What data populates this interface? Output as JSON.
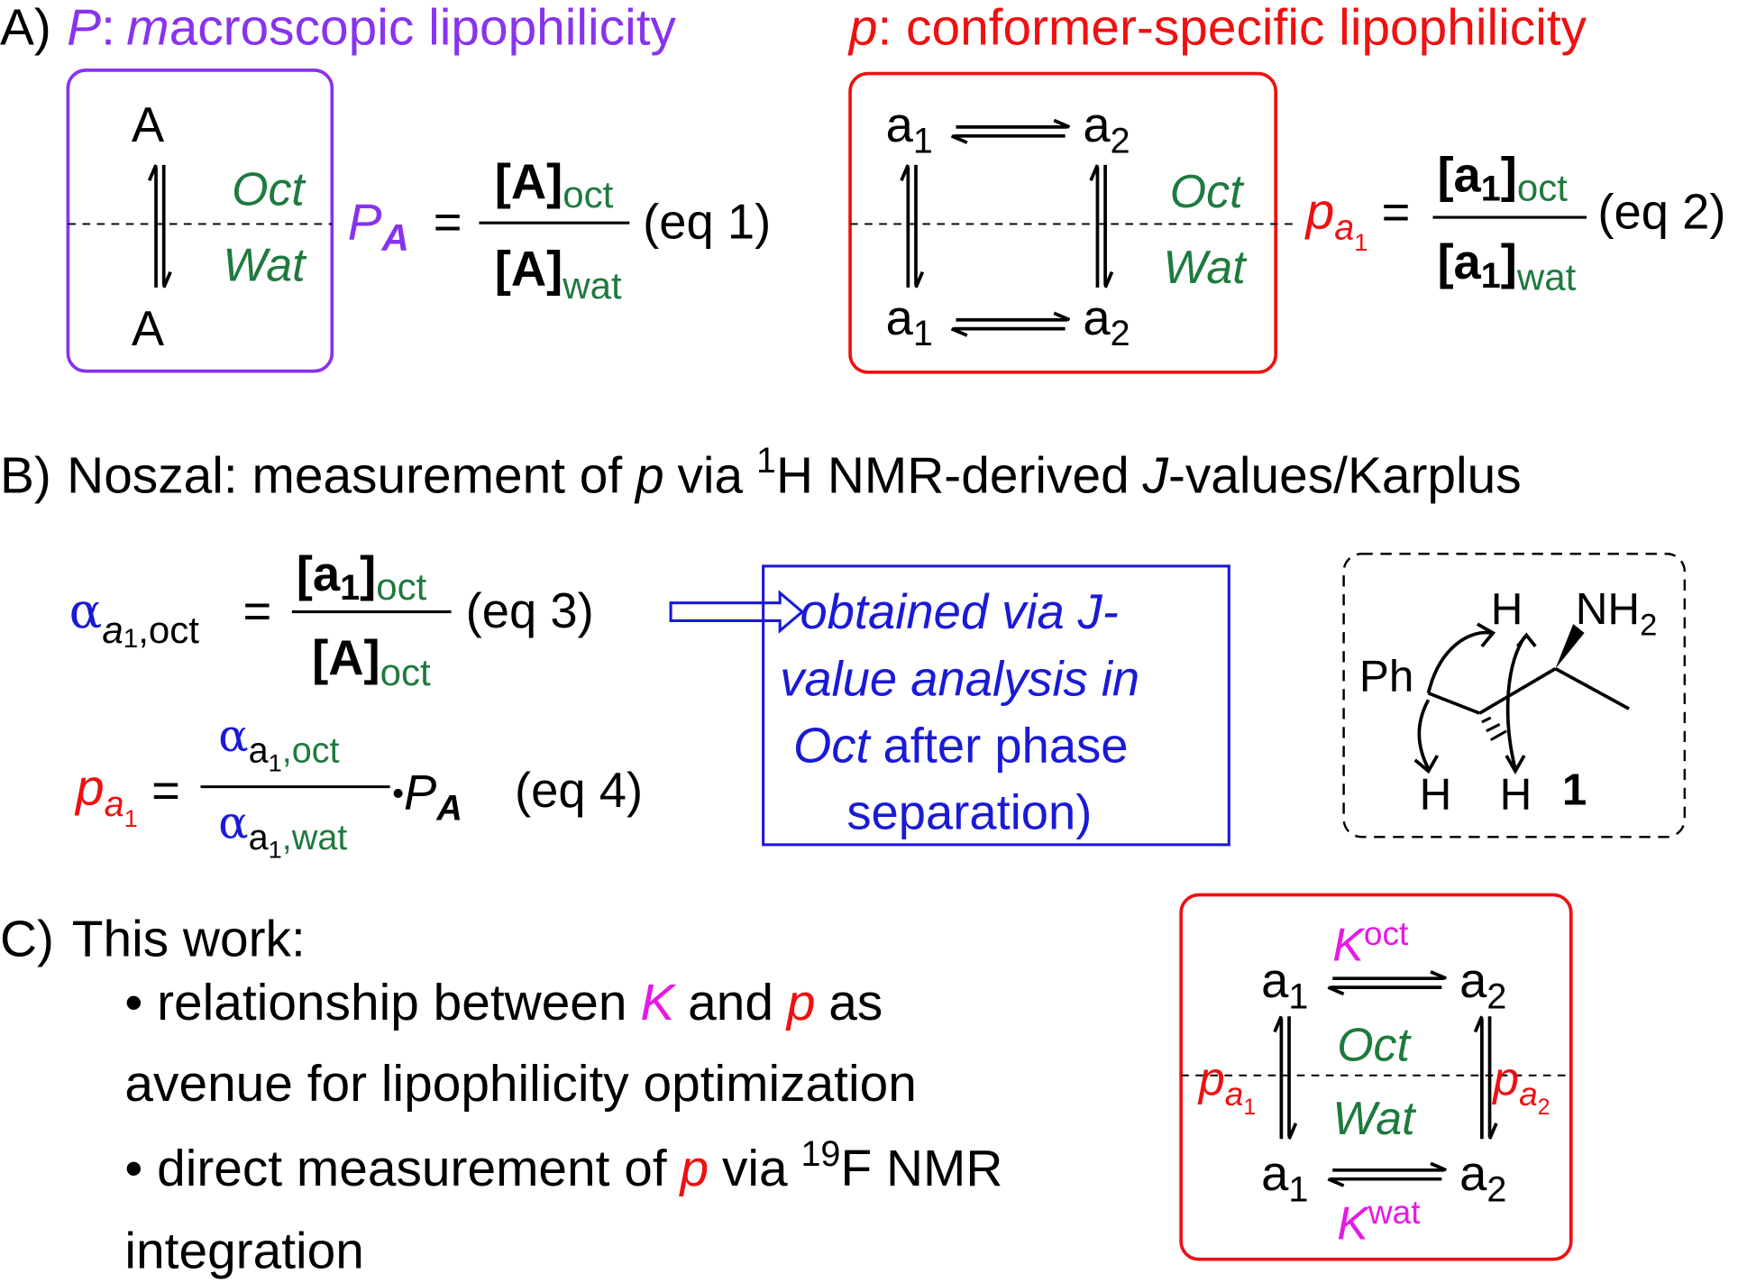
{
  "colors": {
    "purple": "#8833ee",
    "red": "#ee1111",
    "green": "#1e7a3e",
    "blue": "#1a1ad6",
    "magenta": "#e619e6",
    "black": "#000000"
  },
  "section_a": {
    "letter": "A)",
    "left_title_sym": "P",
    "left_title_m": "m",
    "left_title_text": "acroscopic lipophilicity",
    "right_title_sym": "p",
    "right_title_text": ": conformer-specific lipophilicity",
    "colon": ":",
    "species": "A",
    "phase_oct": "Oct",
    "phase_wat": "Wat",
    "eq1_lhs": "P",
    "eq1_lhs_sub": "A",
    "equals": "=",
    "bracket_open": "[",
    "bracket_close": "]",
    "sub_oct": "oct",
    "sub_wat": "wat",
    "eq1_label": "(eq 1)",
    "conf1": "a",
    "conf2": "a",
    "sub1": "1",
    "sub2": "2",
    "eq2_lhs": "p",
    "eq2_lhs_sub": "a",
    "eq2_lhs_subsub": "1",
    "eq2_label": "(eq 2)"
  },
  "section_b": {
    "letter": "B)",
    "heading_pre": "Noszal: measurement of",
    "heading_p": "p",
    "heading_via": "via",
    "heading_sup": "1",
    "heading_mid": "H NMR-derived",
    "heading_j": "J",
    "heading_post": "-values/Karplus",
    "alpha": "α",
    "alpha_sub_a": "a",
    "alpha_sub_1": "1",
    "alpha_sub_oct": ",oct",
    "alpha_sub_wat": ",wat",
    "eq3_label": "(eq 3)",
    "eq4_label": "(eq 4)",
    "dot": "•",
    "box_line1_a": "obtained via",
    "box_line1_b": "J-",
    "box_line2": "value analysis in",
    "box_line3_a": "Oct",
    "box_line3_b": "after phase",
    "box_line4": "separation)",
    "mol_h": "H",
    "mol_nh2": "NH",
    "mol_nh2_sub": "2",
    "mol_ph": "Ph",
    "mol_label": "1"
  },
  "section_c": {
    "letter": "C)",
    "heading": "This work:",
    "bullet1_pre": "• relationship between",
    "bullet1_k": "K",
    "bullet1_and": "and",
    "bullet1_p": "p",
    "bullet1_as": "as",
    "bullet1_line2": "avenue for lipophilicity optimization",
    "bullet2_pre": "• direct measurement of",
    "bullet2_p": "p",
    "bullet2_via": "via",
    "bullet2_sup": "19",
    "bullet2_post": "F NMR",
    "bullet2_line2": "integration",
    "k": "K",
    "k_oct": "oct",
    "k_wat": "wat",
    "p_sym": "p",
    "p_sub_a": "a",
    "p_sub_1": "1",
    "p_sub_2": "2"
  }
}
